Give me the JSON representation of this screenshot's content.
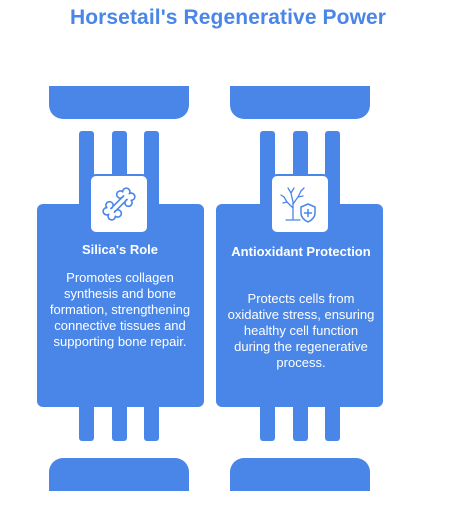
{
  "title": "Horsetail's Regenerative Power",
  "colors": {
    "accent": "#4a86e8",
    "background": "#ffffff",
    "text_on_accent": "#ffffff"
  },
  "cards": [
    {
      "title": "Silica's Role",
      "body": "Promotes collagen synthesis and bone formation, strengthening connective tissues and supporting bone repair.",
      "icon": "bone-icon"
    },
    {
      "title": "Antioxidant Protection",
      "body": "Protects cells from oxidative stress, ensuring healthy cell function during the regenerative process.",
      "icon": "tree-shield-icon"
    }
  ]
}
